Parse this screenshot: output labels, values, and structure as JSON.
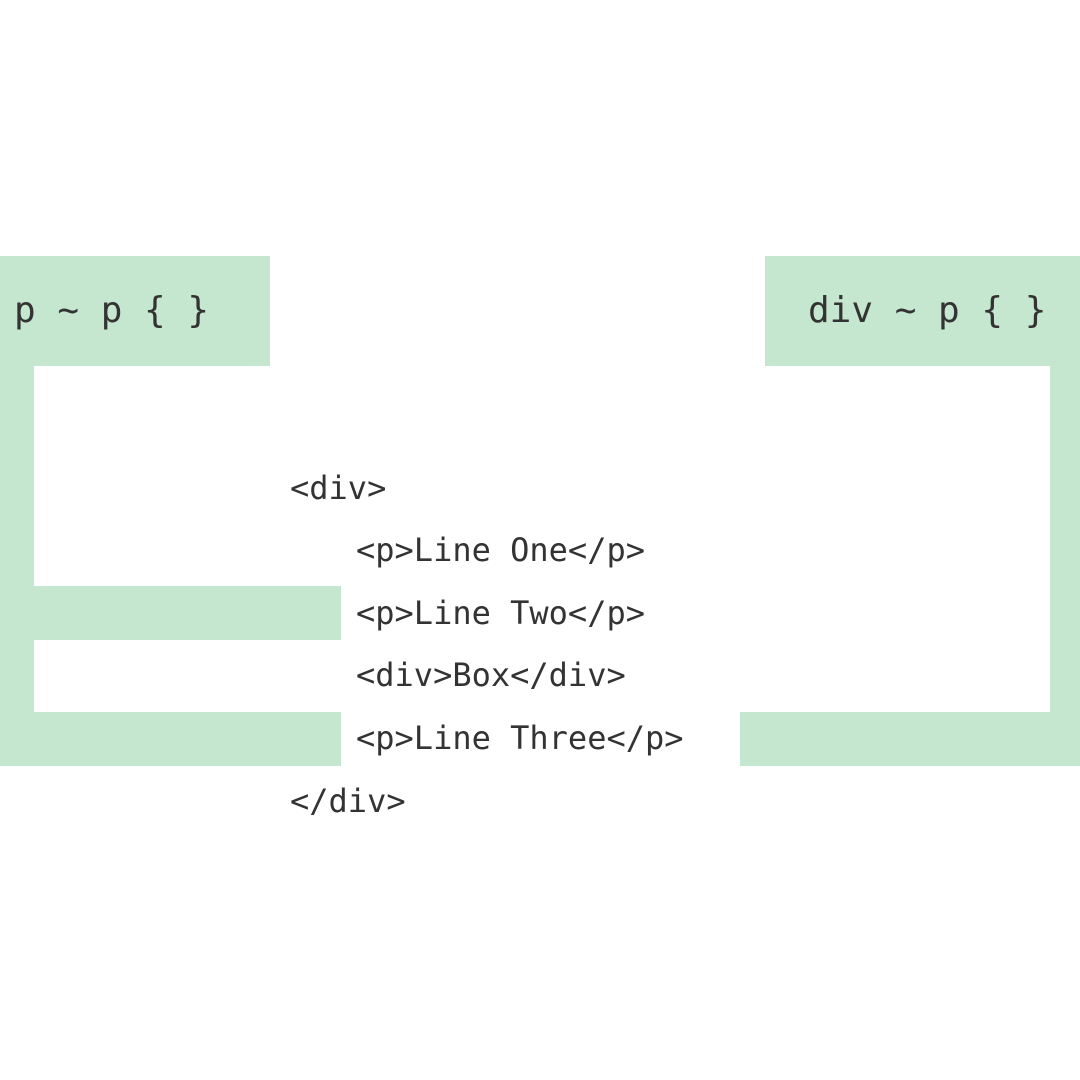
{
  "selectors": {
    "general_sibling_p": "p ~ p { }",
    "general_sibling_div": "div ~ p { }"
  },
  "code": {
    "div_open": "<div>",
    "line_one": "<p>Line One</p>",
    "line_two": "<p>Line Two</p>",
    "box": "<div>Box</div>",
    "line_three": "<p>Line Three</p>",
    "div_close": "</div>"
  },
  "colors": {
    "highlight": "#c6e7cf",
    "text": "#333333"
  }
}
